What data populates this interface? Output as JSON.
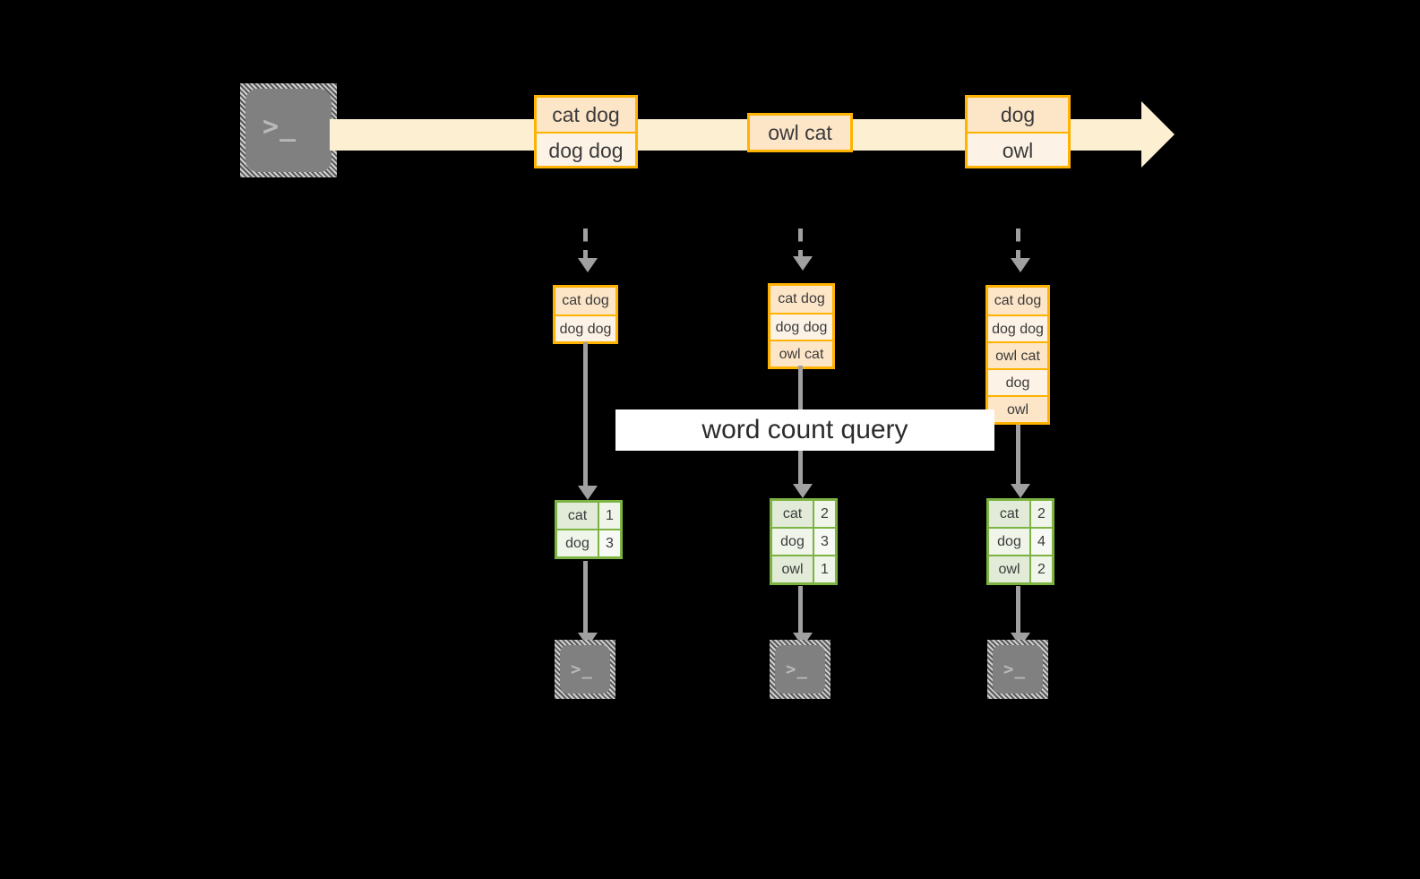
{
  "diagram": {
    "title": "word count streaming query",
    "colors": {
      "background": "#000000",
      "stream_fill": "#FDEFD2",
      "record_border": "#FFB300",
      "record_fill_odd": "#FDE5C8",
      "record_fill_even": "#FDF2E6",
      "result_border": "#7CB342",
      "result_fill_odd": "#E2EBD7",
      "result_fill_even": "#F0F5EA",
      "connector": "#A0A0A0",
      "terminal_screen": "#808080",
      "label_background": "#FFFFFF"
    },
    "icons": {
      "terminal_prompt": ">_"
    }
  },
  "source": {
    "icon": "terminal-icon",
    "prompt": ">_"
  },
  "stream": {
    "label": "",
    "batches": [
      {
        "name": "batch-1",
        "lines": [
          "cat dog",
          "dog dog"
        ]
      },
      {
        "name": "batch-2",
        "lines": [
          "owl cat"
        ]
      },
      {
        "name": "batch-3",
        "lines": [
          "dog",
          "owl"
        ]
      }
    ]
  },
  "accumulated": [
    {
      "name": "stack-1",
      "lines": [
        "cat dog",
        "dog dog"
      ]
    },
    {
      "name": "stack-2",
      "lines": [
        "cat dog",
        "dog dog",
        "owl cat"
      ]
    },
    {
      "name": "stack-3",
      "lines": [
        "cat dog",
        "dog dog",
        "owl cat",
        "dog",
        "owl"
      ]
    }
  ],
  "query": {
    "label": "word count query"
  },
  "results": [
    {
      "name": "result-1",
      "rows": [
        {
          "word": "cat",
          "count": "1"
        },
        {
          "word": "dog",
          "count": "3"
        }
      ]
    },
    {
      "name": "result-2",
      "rows": [
        {
          "word": "cat",
          "count": "2"
        },
        {
          "word": "dog",
          "count": "3"
        },
        {
          "word": "owl",
          "count": "1"
        }
      ]
    },
    {
      "name": "result-3",
      "rows": [
        {
          "word": "cat",
          "count": "2"
        },
        {
          "word": "dog",
          "count": "4"
        },
        {
          "word": "owl",
          "count": "2"
        }
      ]
    }
  ],
  "sinks": [
    {
      "name": "sink-1",
      "prompt": ">_"
    },
    {
      "name": "sink-2",
      "prompt": ">_"
    },
    {
      "name": "sink-3",
      "prompt": ">_"
    }
  ]
}
